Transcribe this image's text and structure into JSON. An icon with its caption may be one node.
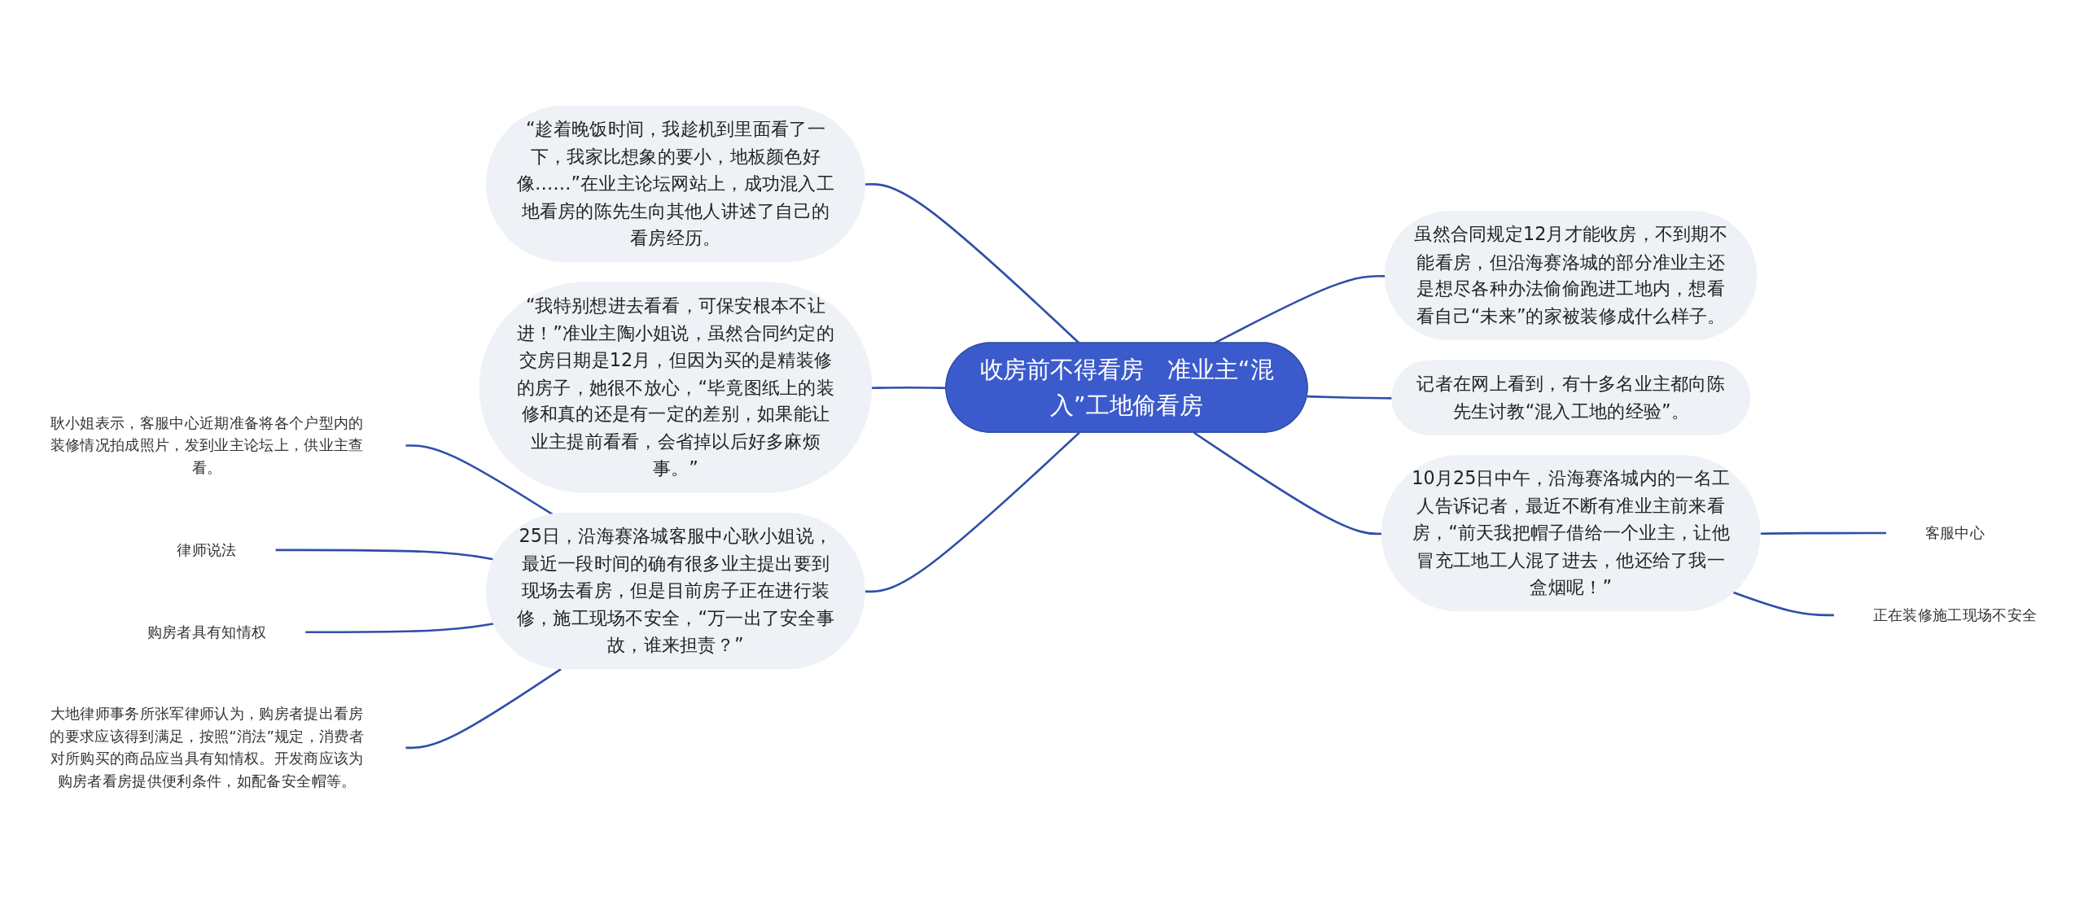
{
  "diagram": {
    "nodes": [
      {
        "text": [
          "收房前不得看房　准业主“混入”工地偷看房"
        ]
      },
      {
        "text": [
          "“趁着晚饭时间，我趁机到里面看了一下，我家比想象的要小，地板颜色好像……”在业主论坛网站上，成功混入工地看房的陈先生向其他人讲述了自己的看房经历。"
        ]
      },
      {
        "text": [
          "“我特别想进去看看，可保安根本不让进！”准业主陶小姐说，虽然合同约定的交房日期是12月，但因为买的是精装修的房子，她很不放心，“毕竟图纸上的装修和真的还是有一定的差别，如果能让业主提前看看，会省掉以后好多麻烦事。”"
        ]
      },
      {
        "text": [
          "25日，沿海赛洛城客服中心耿小姐说，最近一段时间的确有很多业主提出要到现场去看房，但是目前房子正在进行装修，施工现场不安全，“万一出了安全事故，谁来担责？”"
        ]
      },
      {
        "text": [
          "耿小姐表示，客服中心近期准备将各个户型内的装修情况拍成照片，发到业主论坛上，供业主查看。"
        ]
      },
      {
        "text": [
          "律师说法"
        ]
      },
      {
        "text": [
          "购房者具有知情权"
        ]
      },
      {
        "text": [
          "大地律师事务所张军律师认为，购房者提出看房的要求应该得到满足，按照“消法”规定，消费者对所购买的商品应当具有知情权。开发商应该为购房者看房提供便利条件，如配备安全帽等。"
        ]
      },
      {
        "text": [
          "虽然合同规定12月才能收房，不到期不能看房，但沿海赛洛城的部分准业主还是想尽各种办法偷偷跑进工地内，想看看自己“未来”的家被装修成什么样子。"
        ]
      },
      {
        "text": [
          "记者在网上看到，有十多名业主都向陈先生讨教“混入工地的经验”。"
        ]
      },
      {
        "text": [
          "10月25日中午，沿海赛洛城内的一名工人告诉记者，最近不断有准业主前来看房，“前天我把帽子借给一个业主，让他冒充工地工人混了进去，他还给了我一盒烟呢！”"
        ]
      },
      {
        "text": [
          "客服中心"
        ]
      },
      {
        "text": [
          "正在装修施工现场不安全"
        ]
      }
    ],
    "edges": [
      {
        "from": 1,
        "to": 0,
        "arrow": "none"
      },
      {
        "from": 2,
        "to": 0,
        "arrow": "none"
      },
      {
        "from": 3,
        "to": 0,
        "arrow": "none"
      },
      {
        "from": 4,
        "to": 3,
        "arrow": "none"
      },
      {
        "from": 5,
        "to": 3,
        "arrow": "none"
      },
      {
        "from": 6,
        "to": 3,
        "arrow": "none"
      },
      {
        "from": 7,
        "to": 3,
        "arrow": "none"
      },
      {
        "from": 0,
        "to": 8,
        "arrow": "none"
      },
      {
        "from": 0,
        "to": 9,
        "arrow": "none"
      },
      {
        "from": 0,
        "to": 10,
        "arrow": "none"
      },
      {
        "from": 10,
        "to": 11,
        "arrow": "none"
      },
      {
        "from": 10,
        "to": 12,
        "arrow": "none"
      }
    ]
  }
}
